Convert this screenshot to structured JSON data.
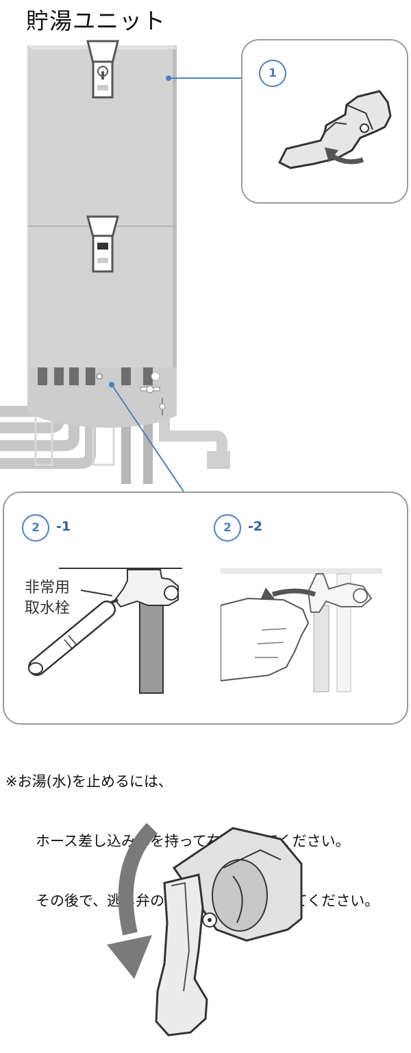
{
  "title": "貯湯ユニット",
  "callout1": {
    "step_number": "1"
  },
  "callout2": {
    "step_a": {
      "number": "2",
      "suffix": "-1"
    },
    "step_b": {
      "number": "2",
      "suffix": "-2"
    },
    "valve_label_line1": "非常用",
    "valve_label_line2": "取水栓"
  },
  "note": {
    "line1": "※お湯(水)を止めるには、",
    "line2": "ホース差し込み部を持って右に回してください。",
    "line3": "その後で、逃し弁のレバーを下げておいてください。"
  },
  "icons": {
    "lever_rotate": "curved-arrow-icon",
    "twist_hand": "hand-twist-icon",
    "lever_down": "down-arrow-icon"
  },
  "colors": {
    "accent": "#4a7fc1",
    "unit_body": "#cfcfcf",
    "arrow": "#5a5a5a"
  }
}
